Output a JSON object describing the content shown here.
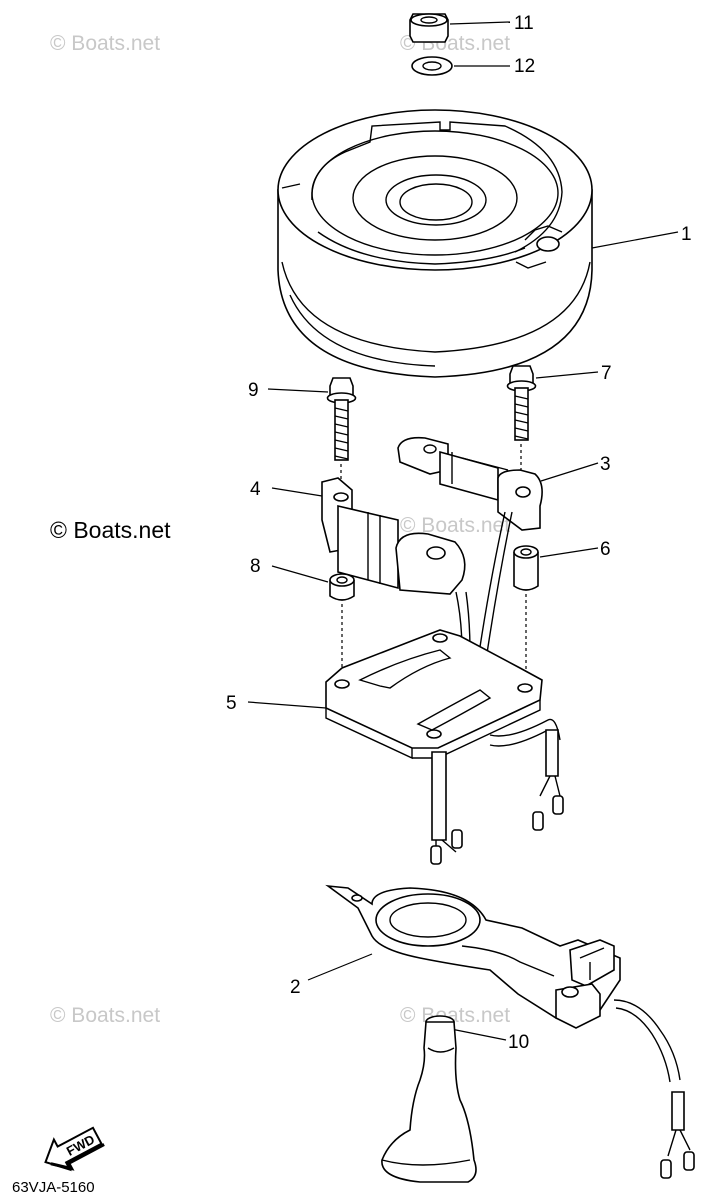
{
  "callouts": {
    "c1": "1",
    "c2": "2",
    "c3": "3",
    "c4": "4",
    "c5": "5",
    "c6": "6",
    "c7": "7",
    "c8": "8",
    "c9": "9",
    "c10": "10",
    "c11": "11",
    "c12": "12"
  },
  "watermark": {
    "text": "© Boats.net"
  },
  "diagram_code": "63VJA-5160",
  "direction_label": "FWD"
}
